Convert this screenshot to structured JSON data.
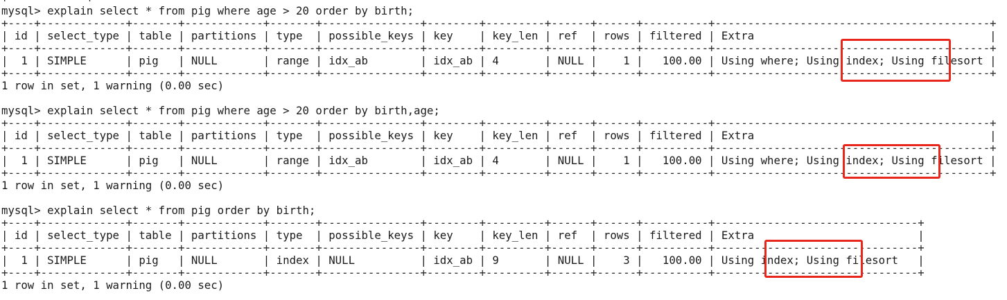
{
  "terminal": {
    "lines": [
      "+ --- - ---- +",
      "mysql> explain select * from pig where age > 20 order by birth;",
      "+----+-------------+-------+------------+-------+---------------+--------+---------+------+------+----------+------------------------------------------+",
      "| id | select_type | table | partitions | type  | possible_keys | key    | key_len | ref  | rows | filtered | Extra                                    |",
      "+----+-------------+-------+------------+-------+---------------+--------+---------+------+------+----------+------------------------------------------+",
      "|  1 | SIMPLE      | pig   | NULL       | range | idx_ab        | idx_ab | 4       | NULL |    1 |   100.00 | Using where; Using index; Using filesort |",
      "+----+-------------+-------+------------+-------+---------------+--------+---------+------+------+----------+------------------------------------------+",
      "1 row in set, 1 warning (0.00 sec)",
      "",
      "mysql> explain select * from pig where age > 20 order by birth,age;",
      "+----+-------------+-------+------------+-------+---------------+--------+---------+------+------+----------+------------------------------------------+",
      "| id | select_type | table | partitions | type  | possible_keys | key    | key_len | ref  | rows | filtered | Extra                                    |",
      "+----+-------------+-------+------------+-------+---------------+--------+---------+------+------+----------+------------------------------------------+",
      "|  1 | SIMPLE      | pig   | NULL       | range | idx_ab        | idx_ab | 4       | NULL |    1 |   100.00 | Using where; Using index; Using filesort |",
      "+----+-------------+-------+------------+-------+---------------+--------+---------+------+------+----------+------------------------------------------+",
      "1 row in set, 1 warning (0.00 sec)",
      "",
      "mysql> explain select * from pig order by birth;",
      "+----+-------------+-------+------------+-------+---------------+--------+---------+------+------+----------+-------------------------------+",
      "| id | select_type | table | partitions | type  | possible_keys | key    | key_len | ref  | rows | filtered | Extra                         |",
      "+----+-------------+-------+------------+-------+---------------+--------+---------+------+------+----------+-------------------------------+",
      "|  1 | SIMPLE      | pig   | NULL       | index | NULL          | idx_ab | 9       | NULL |    3 |   100.00 | Using index; Using filesort   |",
      "+----+-------------+-------+------------+-------+---------------+--------+---------+------+------+----------+-------------------------------+",
      "1 row in set, 1 warning (0.00 sec)"
    ]
  },
  "annotations": {
    "highlight_color": "#e8261c",
    "highlighted_text": "Using filesort"
  }
}
